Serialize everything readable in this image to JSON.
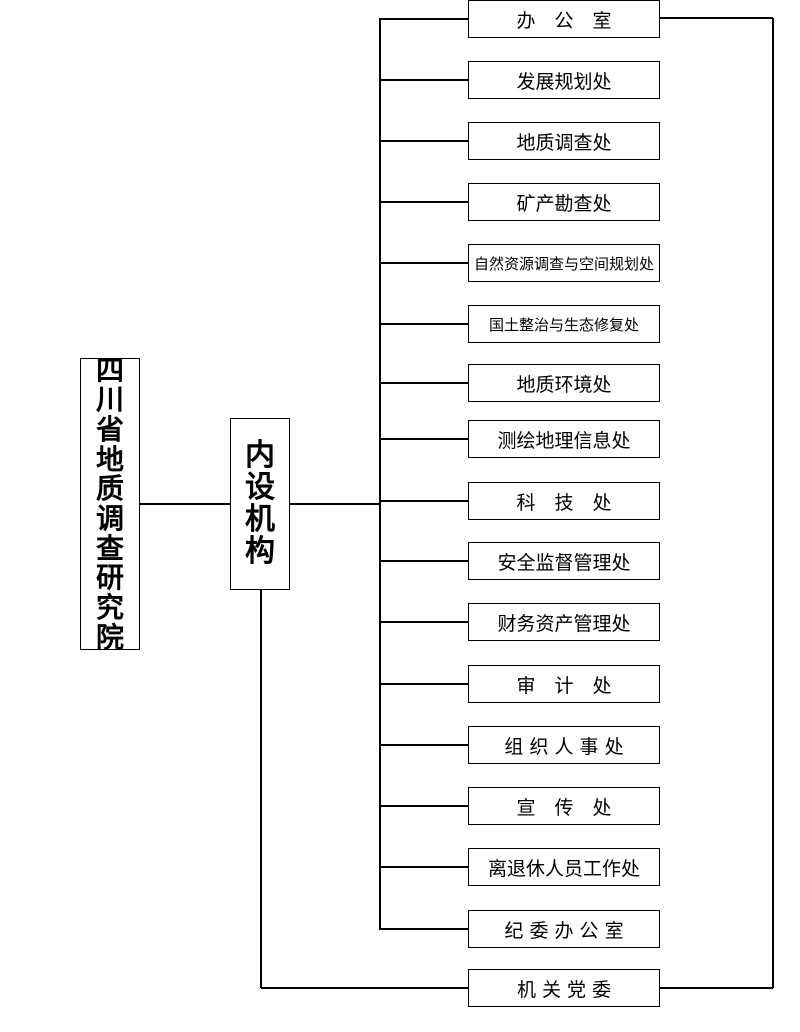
{
  "root": {
    "label": "四川省地质调查研究院",
    "chars": [
      "四",
      "川",
      "省",
      "地",
      "质",
      "调",
      "查",
      "研",
      "究",
      "院"
    ]
  },
  "mid": {
    "label": "内设机构",
    "chars": [
      "内",
      "设",
      "机",
      "构"
    ]
  },
  "departments": [
    "办　公　室",
    "发展规划处",
    "地质调查处",
    "矿产勘查处",
    "自然资源调查与空间规划处",
    "国土整治与生态修复处",
    "地质环境处",
    "测绘地理信息处",
    "科　技　处",
    "安全监督管理处",
    "财务资产管理处",
    "审　计　处",
    "组 织 人 事 处",
    "宣　传　处",
    "离退休人员工作处",
    "纪 委 办 公 室"
  ],
  "party": "机 关 党 委"
}
